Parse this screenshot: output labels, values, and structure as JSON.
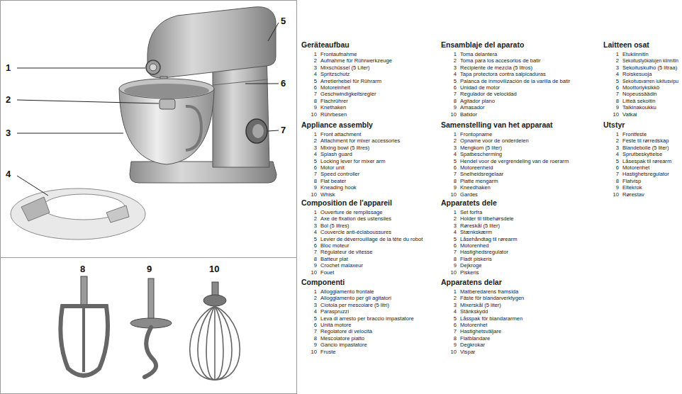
{
  "diagram": {
    "labels": [
      "1",
      "2",
      "3",
      "4",
      "5",
      "6",
      "7",
      "8",
      "9",
      "10",
      "Geräteaufbau",
      "1",
      "Frontaufnahme",
      "2",
      "Aufnahme für Rührwerkzeuge",
      "3",
      "Mixschüssel (5 Liter)",
      "4",
      "Spritzschutz",
      "5",
      "Arretierhebel für Rührarm",
      "6",
      "Motoreinheit",
      "7",
      "Geschwindigkeitsregler",
      "8",
      "Flachrührer",
      "9",
      "Knethaken",
      "10",
      "Rührbesen",
      "Appliance assembly",
      "1",
      "Front attachment",
      "2",
      "Attachment for mixer accessories",
      "3",
      "Mixing bowl (5 litres)",
      "4",
      "Splash guard",
      "5",
      "Locking lever for mixer arm",
      "6",
      "Motor unit",
      "7",
      "Speed controller",
      "8",
      "Flat beater",
      "9",
      "Kneading hook",
      "10",
      "Whisk",
      "Composition de l'appareil",
      "1",
      "Ouverture de remplissage",
      "2",
      "Axe de fixation des ustensiles",
      "3",
      "Bol (5 litres)",
      "4",
      "Couvercle anti-éclaboussures",
      "5",
      "Levier de déverrouillage de la tête du robot",
      "6",
      "Bloc moteur",
      "7",
      "Régulateur de vitesse",
      "8",
      "Batteur plat",
      "9",
      "Crochet malaxeur",
      "10",
      "Fouet",
      "Componenti",
      "1",
      "Alloggiamento frontale",
      "2",
      "Alloggiamento per gli agitatori",
      "3",
      "Ciotola per mescolare (5 litri)",
      "4",
      "Paraspruzzi",
      "5",
      "Leva di arresto per braccio impastatore",
      "6",
      "Unità motore",
      "7",
      "Regolatore di velocità",
      "8",
      "Mescolatore piatto",
      "9",
      "Gancio impastatore",
      "10",
      "Fruste",
      "Ensamblaje del aparato",
      "1",
      "Toma delantera",
      "2",
      "Toma para los accesorios de batir",
      "3",
      "Recipiente de mezcla (5 litros)",
      "4",
      "Tapa protectora contra salpicaduras",
      "5",
      "Palanca de inmovilización de la varilla de batir",
      "6",
      "Unidad de motor",
      "7",
      "Regulador de velocidad",
      "8",
      "Agitador plano",
      "9",
      "Amasador",
      "10",
      "Batidor",
      "Samenstelling van het apparaat",
      "1",
      "Frontopname",
      "2",
      "Opname voor de onderdelen",
      "3",
      "Mengkom (5 liter)",
      "4",
      "Spatbescherming",
      "5",
      "Hendel voor de vergrendeling van de roerarm",
      "6",
      "Motoreenheid",
      "7",
      "Snelheidsregelaar",
      "8",
      "Platte mengarm",
      "9",
      "Kneedhaken",
      "10",
      "Gardes",
      "Apparatets dele",
      "1",
      "Set forfra",
      "2",
      "Holder til tilbehørsdele",
      "3",
      "Røreskål (5 liter)",
      "4",
      "Stænkskærm",
      "5",
      "Låsehåndtag til rørearm",
      "6",
      "Motorenhed",
      "7",
      "Hastighedsregulator",
      "8",
      "Fladt piskeris",
      "9",
      "Dejkroge",
      "10",
      "Piskeris",
      "Apparatens delar",
      "1",
      "Matberedarens framsida",
      "2",
      "Fäste för blandarverktygen",
      "3",
      "Mixerskål (5 liter)",
      "4",
      "Stänkskydd",
      "5",
      "Låsspak för blandararmen",
      "6",
      "Motorenhet",
      "7",
      "Hastighetsväljare",
      "8",
      "Flatblandare",
      "9",
      "Degkrokar",
      "10",
      "Vispar",
      "Laitteen osat",
      "1",
      "Etukiinnitin",
      "2",
      "Sekoitustyökalujen kiinnitin",
      "3",
      "Sekoituskulho (5 litraa)",
      "4",
      "Roiskesuoja",
      "5",
      "Sekoitusvarren lukitusvipu",
      "6",
      "Moottoriyksikkö",
      "7",
      "Nopeussäädin",
      "8",
      "Litteä sekoitin",
      "9",
      "Taikinakoukku",
      "10",
      "Vatkai",
      "Utstyr",
      "1",
      "Frontfeste",
      "2",
      "Feste til rørredskap",
      "3",
      "Blandebolle (5 liter)",
      "4",
      "Sprutbeskyttelse",
      "5",
      "Låsespak til rørearm",
      "6",
      "Motorenhet",
      "7",
      "Hastighetsregulator",
      "8",
      "Flatvisp",
      "9",
      "Eltekrok",
      "10",
      "Rørestav"
    ]
  }
}
